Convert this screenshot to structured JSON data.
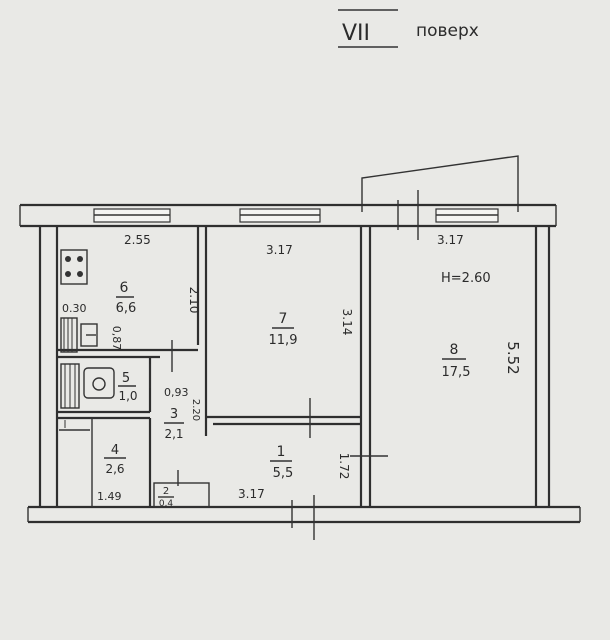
{
  "header": {
    "floor_number": "VII",
    "floor_word": "поверх"
  },
  "ceiling_height": "H=2.60",
  "rooms": {
    "r1": {
      "number": "1",
      "area": "5,5"
    },
    "r2": {
      "number": "2",
      "area": "0,4"
    },
    "r3": {
      "number": "3",
      "area": "2,1"
    },
    "r4": {
      "number": "4",
      "area": "2,6"
    },
    "r5": {
      "number": "5",
      "area": "1,0"
    },
    "r6": {
      "number": "6",
      "area": "6,6"
    },
    "r7": {
      "number": "7",
      "area": "11,9"
    },
    "r8": {
      "number": "8",
      "area": "17,5"
    }
  },
  "dimensions": {
    "kitchen_width": "2.55",
    "room7_width": "3.17",
    "room8_width": "3.17",
    "kitchen_depth": "2.10",
    "room7_depth": "3.14",
    "room8_depth": "5.52",
    "vent_width": "0.30",
    "vent_depth": "0,87",
    "bath_width": "0,93",
    "corridor_depth": "2.20",
    "hall_depth": "1.72",
    "hall_width": "3.17",
    "entry_width": "1.49"
  }
}
